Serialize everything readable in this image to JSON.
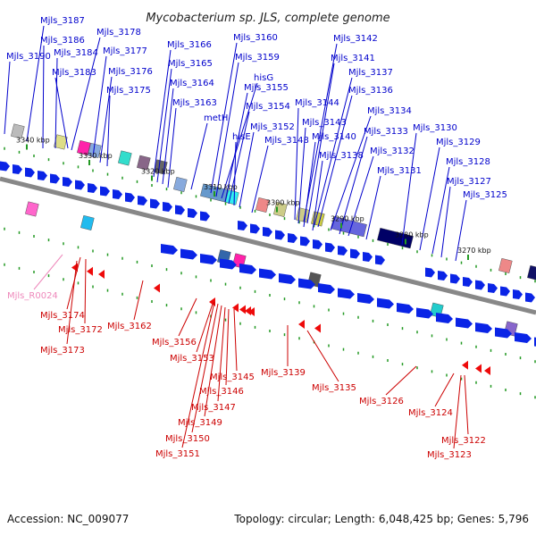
{
  "title": "Mycobacterium sp. JLS, complete genome",
  "footer": {
    "accession": "Accession: NC_009077",
    "summary": "Topology: circular; Length: 6,048,425 bp; Genes: 5,796"
  },
  "colors": {
    "forward_label": "#0000cc",
    "reverse_label": "#cc0000",
    "rna_label": "#ee88bb",
    "forward_arrow": "#0a24e6",
    "reverse_arrow": "#ee0a0a",
    "backbone": "#888888",
    "tick": "#229922"
  },
  "scale_labels": [
    "3340 kbp",
    "3330 kbp",
    "3320 kbp",
    "3310 kbp",
    "3300 kbp",
    "3290 kbp",
    "3280 kbp",
    "3270 kbp"
  ],
  "forward_genes": [
    "Mjls_3187",
    "Mjls_3186",
    "Mjls_3184",
    "Mjls_3190",
    "Mjls_3183",
    "Mjls_3178",
    "Mjls_3177",
    "Mjls_3176",
    "Mjls_3175",
    "Mjls_3166",
    "Mjls_3165",
    "Mjls_3164",
    "Mjls_3163",
    "metH",
    "Mjls_3160",
    "Mjls_3159",
    "hisG",
    "Mjls_3155",
    "Mjls_3154",
    "hisE",
    "Mjls_3152",
    "Mjls_3148",
    "Mjls_3142",
    "Mjls_3141",
    "Mjls_3137",
    "Mjls_3136",
    "Mjls_3144",
    "Mjls_3143",
    "Mjls_3134",
    "Mjls_3140",
    "Mjls_3133",
    "Mjls_3138",
    "Mjls_3132",
    "Mjls_3131",
    "Mjls_3130",
    "Mjls_3129",
    "Mjls_3128",
    "Mjls_3127",
    "Mjls_3125"
  ],
  "reverse_genes": [
    "Mjls_R0024",
    "Mjls_3174",
    "Mjls_3172",
    "Mjls_3173",
    "Mjls_3162",
    "Mjls_3156",
    "Mjls_3153",
    "Mjls_3145",
    "Mjls_3146",
    "Mjls_3147",
    "Mjls_3149",
    "Mjls_3150",
    "Mjls_3151",
    "Mjls_3139",
    "Mjls_3135",
    "Mjls_3126",
    "Mjls_3124",
    "Mjls_3122",
    "Mjls_3123"
  ]
}
